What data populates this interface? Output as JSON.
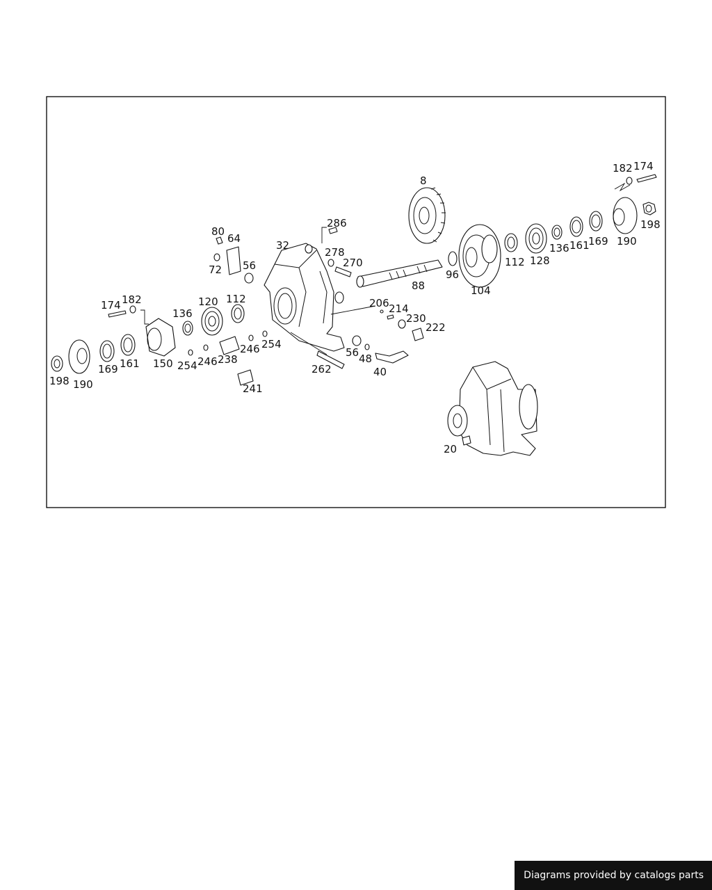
{
  "callouts": {
    "c8": "8",
    "c286": "286",
    "c80": "80",
    "c64": "64",
    "c32": "32",
    "c278": "278",
    "c270": "270",
    "c72": "72",
    "c56a": "56",
    "c88": "88",
    "c96": "96",
    "c104": "104",
    "c112a": "112",
    "c128": "128",
    "c136a": "136",
    "c161a": "161",
    "c169a": "169",
    "c190a": "190",
    "c198a": "198",
    "c182a": "182",
    "c174a": "174",
    "c174b": "174",
    "c182b": "182",
    "c136b": "136",
    "c120": "120",
    "c112b": "112",
    "c206": "206",
    "c214": "214",
    "c230": "230",
    "c222": "222",
    "c246a": "246",
    "c254a": "254",
    "c56b": "56",
    "c48": "48",
    "c40": "40",
    "c198b": "198",
    "c190b": "190",
    "c169b": "169",
    "c161b": "161",
    "c150": "150",
    "c254b": "254",
    "c246b": "246",
    "c238": "238",
    "c262": "262",
    "c241": "241",
    "c20": "20"
  },
  "credit": "Diagrams provided by catalogs parts"
}
